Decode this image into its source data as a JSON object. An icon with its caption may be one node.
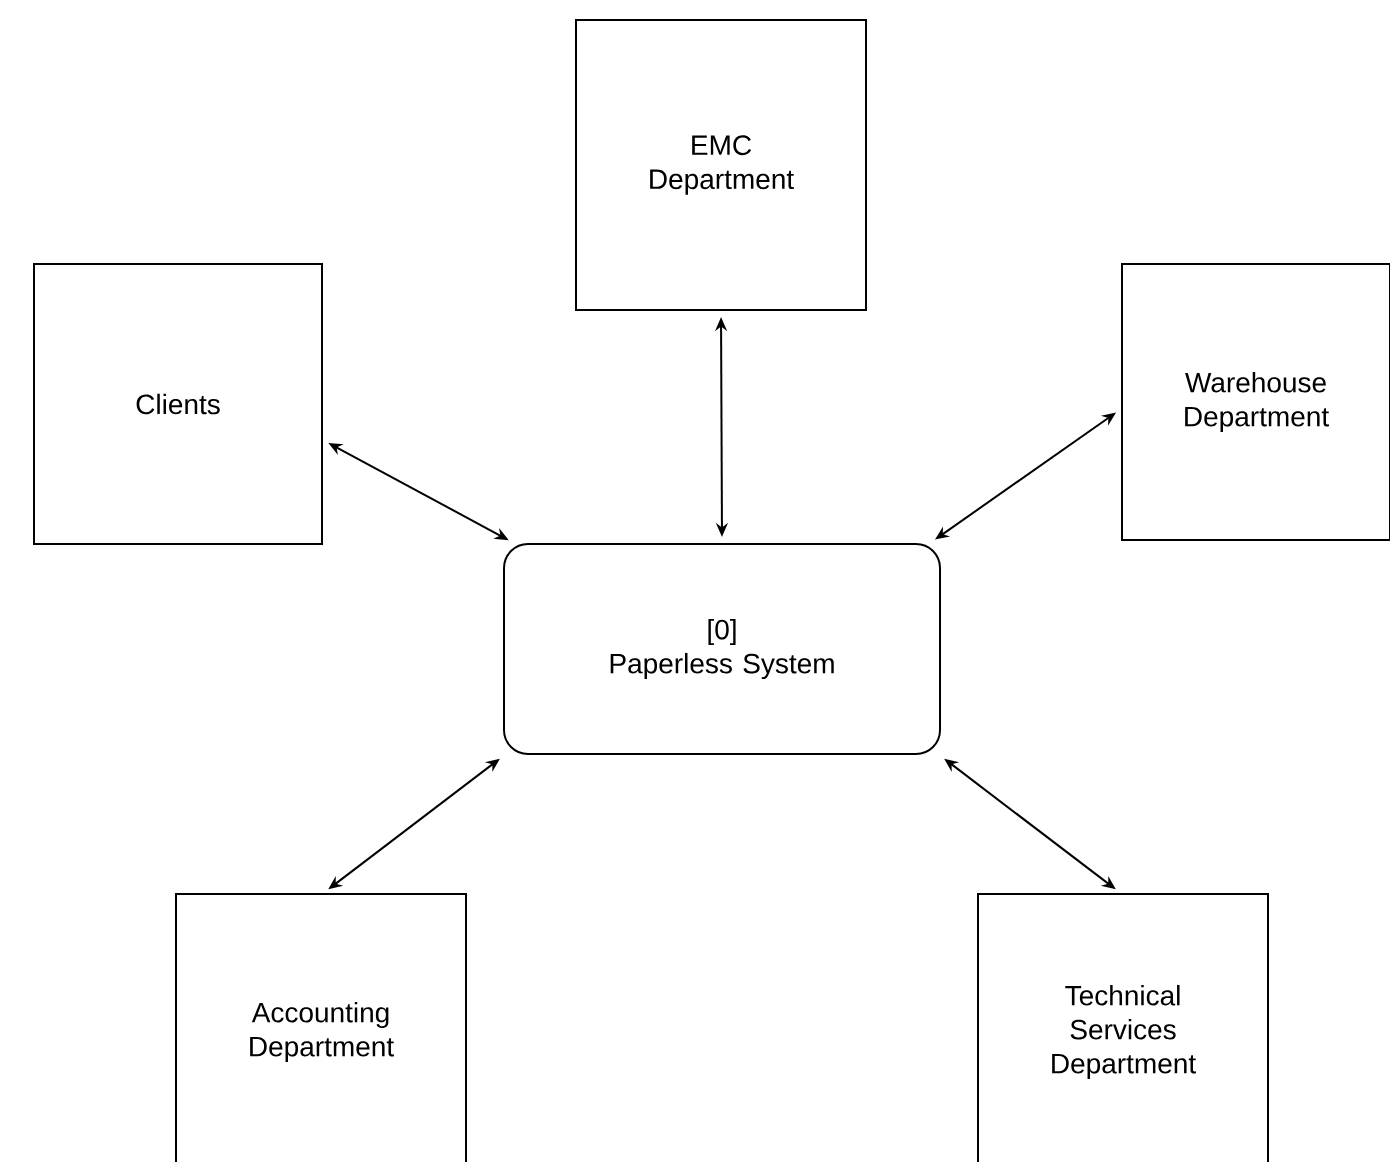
{
  "diagram": {
    "nodes": [
      {
        "text": [
          "[0]",
          "Paperless System"
        ]
      },
      {
        "text": [
          "EMC Department"
        ]
      },
      {
        "text": [
          "Clients"
        ]
      },
      {
        "text": [
          "Warehouse Department"
        ]
      },
      {
        "text": [
          "Accounting Department"
        ]
      },
      {
        "text": [
          "Technical Services Department"
        ]
      }
    ],
    "edges": [
      {
        "from": 2,
        "to": 0,
        "arrow": "both"
      },
      {
        "from": 1,
        "to": 0,
        "arrow": "both"
      },
      {
        "from": 3,
        "to": 0,
        "arrow": "both"
      },
      {
        "from": 4,
        "to": 0,
        "arrow": "both"
      },
      {
        "from": 5,
        "to": 0,
        "arrow": "both"
      }
    ]
  }
}
